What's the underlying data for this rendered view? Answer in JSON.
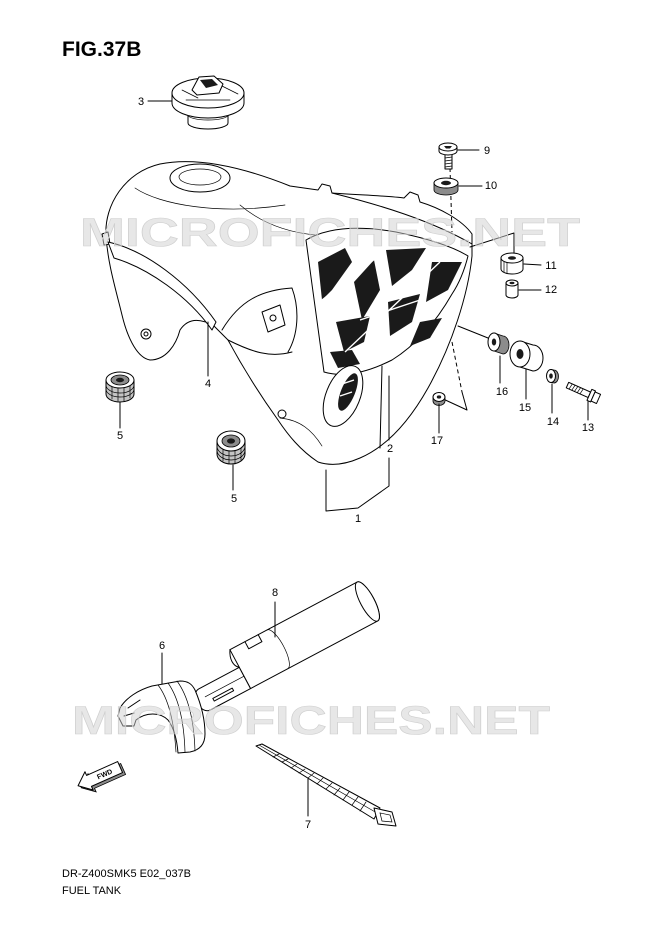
{
  "figure": {
    "title": "FIG.37B",
    "model_code": "DR-Z400SMK5 E02_037B",
    "caption": "FUEL TANK"
  },
  "watermark": "MICROFICHES.NET",
  "fwd_label": "FWD",
  "callouts": [
    "3",
    "9",
    "10",
    "11",
    "12",
    "4",
    "16",
    "15",
    "14",
    "13",
    "17",
    "2",
    "5",
    "5",
    "1",
    "8",
    "6",
    "7"
  ],
  "colors": {
    "line": "#000000",
    "background": "#ffffff",
    "watermark": "#cfcfcf"
  }
}
